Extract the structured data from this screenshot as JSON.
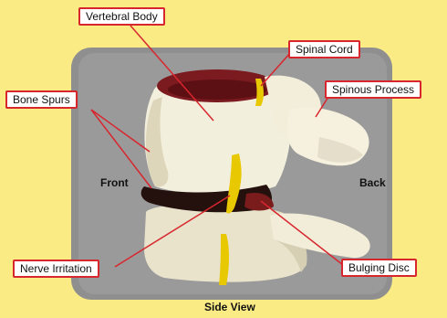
{
  "colors": {
    "background": "#fbeb84",
    "frame": "#8f8f8f",
    "label_border": "#d8262e",
    "leader_line": "#d8262e",
    "bone": "#efe9d2",
    "disc_dark": "#24110e",
    "canal": "#7b1a1f",
    "nerve": "#e8c800"
  },
  "labels": {
    "vertebral_body": "Vertebral Body",
    "spinal_cord": "Spinal Cord",
    "bone_spurs": "Bone Spurs",
    "spinous_process": "Spinous Process",
    "nerve_irritation": "Nerve Irritation",
    "bulging_disc": "Bulging Disc"
  },
  "orientation": {
    "front": "Front",
    "back": "Back"
  },
  "caption": "Side View"
}
